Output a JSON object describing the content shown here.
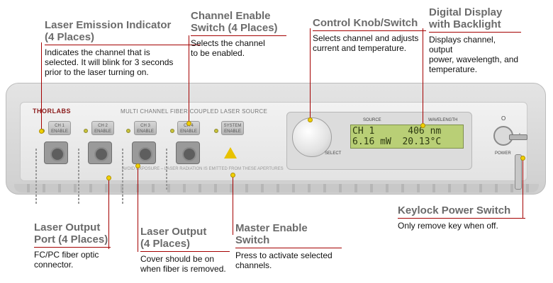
{
  "callouts": {
    "laser_emission": {
      "title": "Laser Emission Indicator\n(4 Places)",
      "desc": "Indicates the channel that is\nselected. It will blink for 3 seconds\nprior to the laser turning on."
    },
    "channel_enable": {
      "title": "Channel Enable\nSwitch (4 Places)",
      "desc": "Selects the channel\nto be enabled."
    },
    "control_knob": {
      "title": "Control Knob/Switch",
      "desc": "Selects channel and adjusts\ncurrent and temperature."
    },
    "digital_display": {
      "title": "Digital Display\nwith Backlight",
      "desc": "Displays channel, output\npower, wavelength, and\ntemperature."
    },
    "laser_output_port": {
      "title": "Laser Output\nPort (4 Places)",
      "desc": "FC/PC fiber optic\nconnector."
    },
    "laser_output_cover": {
      "title": "Laser Output\n(4 Places)",
      "desc": "Cover should be on\nwhen fiber is removed."
    },
    "master_enable": {
      "title": "Master Enable Switch",
      "desc": "Press to activate selected\nchannels."
    },
    "keylock": {
      "title": "Keylock Power Switch",
      "desc": "Only remove key when off."
    }
  },
  "device": {
    "brand": "THORLABS",
    "panel_title": "MULTI CHANNEL FIBER COUPLED LASER SOURCE",
    "channel_buttons": [
      "CH 1\nENABLE",
      "CH 2\nENABLE",
      "CH 3\nENABLE",
      "CH 4\nENABLE"
    ],
    "system_button": "SYSTEM\nENABLE",
    "warning_text": "AVOID EXPOSURE – LASER RADIATION IS EMITTED FROM THESE APERTURES",
    "lcd_source_label": "SOURCE",
    "lcd_wavelength_label": "WAVELENGTH",
    "lcd_line1": "CH 1      406 nm",
    "lcd_line2": "6.16 mW  20.13°C",
    "select_label": "SELECT",
    "power_label": "POWER",
    "off_label": "O",
    "on_label": "I"
  },
  "colors": {
    "callout_title": "#6b6b6b",
    "leader_line": "#a40000",
    "indicator_dot": "#f0d000",
    "lcd_background": "#b9cf76"
  }
}
